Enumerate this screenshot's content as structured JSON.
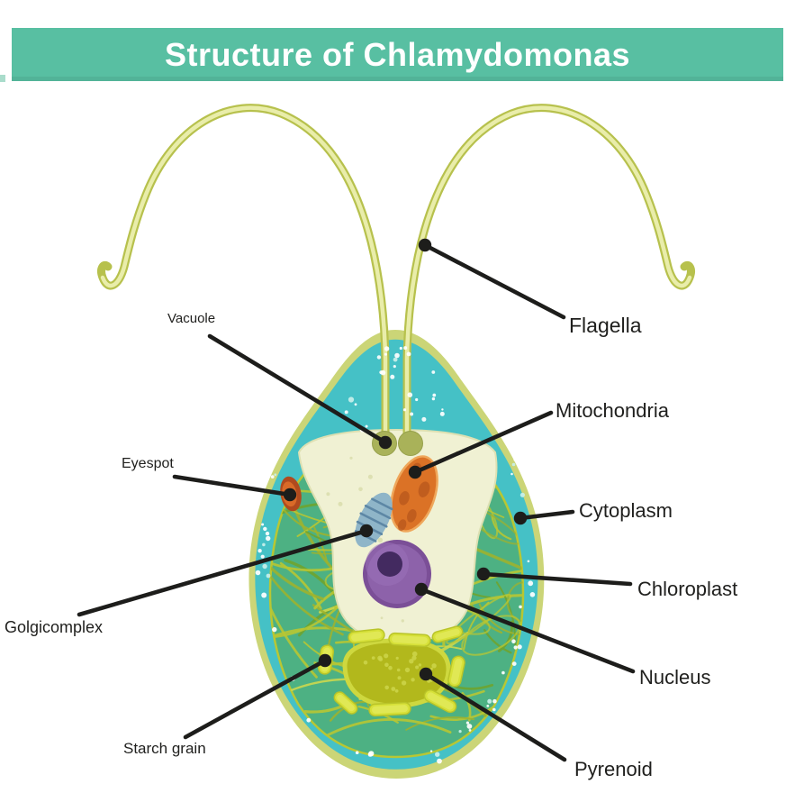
{
  "banner": {
    "title": "Structure of Chlamydomonas"
  },
  "labels": {
    "vacuole": "Vacuole",
    "flagella": "Flagella",
    "mitochondria": "Mitochondria",
    "cytoplasm": "Cytoplasm",
    "chloroplast": "Chloroplast",
    "nucleus": "Nucleus",
    "pyrenoid": "Pyrenoid",
    "starch_grain": "Starch grain",
    "golgi_complex": "Golgicomplex",
    "eyespot": "Eyespot"
  },
  "colors": {
    "banner": "#58bfa2",
    "banner_text": "#ffffff",
    "cell_wall": "#cbd577",
    "cytoplasm_teal": "#45c1c6",
    "chloroplast_base": "#4db183",
    "chloroplast_strand": "#b8c733",
    "chloroplast_strand_dark": "#6fa42f",
    "inner_matrix": "#f0f1d3",
    "matrix_dot": "#dde0b2",
    "flagella_outline": "#b7c14d",
    "flagella_inner": "#e9edaa",
    "basal_body": "#a9b259",
    "mitochondria": "#db7226",
    "mitochondria_spot": "#b9571d",
    "mitochondria_edge": "#efa75b",
    "golgi": "#8fb5c8",
    "golgi_line": "#5d87a5",
    "nucleus_ring": "#7b4f97",
    "nucleus": "#8d62aa",
    "nucleus_highlight": "#9b71b8",
    "nucleolus": "#432a60",
    "pyrenoid": "#b2b81c",
    "pyrenoid_ring": "#ced83f",
    "pyrenoid_dot": "#cdd54a",
    "starch": "#d7e139",
    "starch_edge": "#b9c429",
    "starch_highlight": "#e8ee6e",
    "eyespot_outer": "#b04a1e",
    "eyespot_inner": "#d96a28",
    "speckle": "#ffffff",
    "label_line": "#1d1d1b",
    "label_text": "#1f1f1d"
  }
}
